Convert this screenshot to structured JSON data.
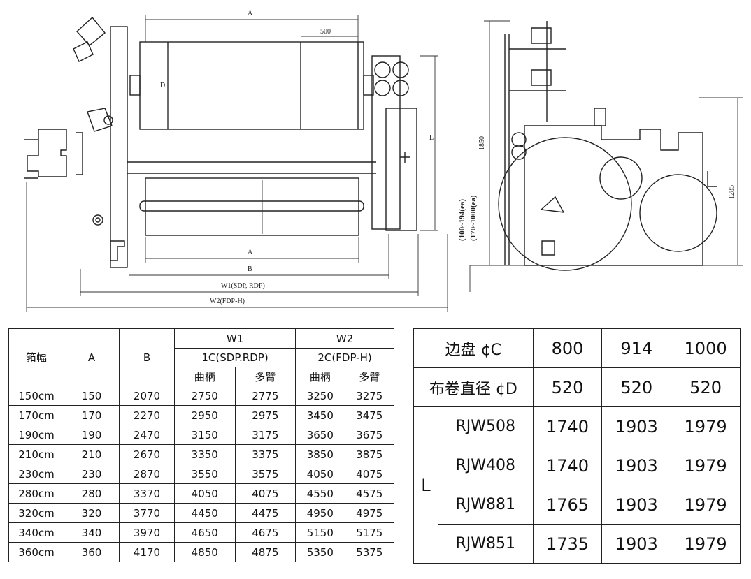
{
  "drawing": {
    "dim_A": "A",
    "dim_500": "500",
    "dim_D": "D",
    "dim_L": "L",
    "dim_A2": "A",
    "dim_B": "B",
    "dim_W1": "W1(SDP, RDP)",
    "dim_W2": "W2(FDP-H)",
    "dim_1850": "1850",
    "dim_1285": "1285",
    "dim_rot1": "(100~194(ea)",
    "dim_rot2": "(170~1000(ea)"
  },
  "left_table": {
    "h_width": "筘幅",
    "h_A": "A",
    "h_B": "B",
    "h_W1": "W1",
    "h_W2": "W2",
    "h_W1_sub": "1C(SDP.RDP)",
    "h_W2_sub": "2C(FDP-H)",
    "h_crank1": "曲柄",
    "h_multi1": "多臂",
    "h_crank2": "曲柄",
    "h_multi2": "多臂",
    "rows": [
      [
        "150cm",
        "150",
        "2070",
        "2750",
        "2775",
        "3250",
        "3275"
      ],
      [
        "170cm",
        "170",
        "2270",
        "2950",
        "2975",
        "3450",
        "3475"
      ],
      [
        "190cm",
        "190",
        "2470",
        "3150",
        "3175",
        "3650",
        "3675"
      ],
      [
        "210cm",
        "210",
        "2670",
        "3350",
        "3375",
        "3850",
        "3875"
      ],
      [
        "230cm",
        "230",
        "2870",
        "3550",
        "3575",
        "4050",
        "4075"
      ],
      [
        "280cm",
        "280",
        "3370",
        "4050",
        "4075",
        "4550",
        "4575"
      ],
      [
        "320cm",
        "320",
        "3770",
        "4450",
        "4475",
        "4950",
        "4975"
      ],
      [
        "340cm",
        "340",
        "3970",
        "4650",
        "4675",
        "5150",
        "5175"
      ],
      [
        "360cm",
        "360",
        "4170",
        "4850",
        "4875",
        "5350",
        "5375"
      ]
    ]
  },
  "right_table": {
    "row1_label": "边盘 ¢C",
    "row1_vals": [
      "800",
      "914",
      "1000"
    ],
    "row2_label": "布卷直径 ¢D",
    "row2_vals": [
      "520",
      "520",
      "520"
    ],
    "L_label": "L",
    "models": [
      {
        "name": "RJW508",
        "vals": [
          "1740",
          "1903",
          "1979"
        ]
      },
      {
        "name": "RJW408",
        "vals": [
          "1740",
          "1903",
          "1979"
        ]
      },
      {
        "name": "RJW881",
        "vals": [
          "1765",
          "1903",
          "1979"
        ]
      },
      {
        "name": "RJW851",
        "vals": [
          "1735",
          "1903",
          "1979"
        ]
      }
    ]
  }
}
